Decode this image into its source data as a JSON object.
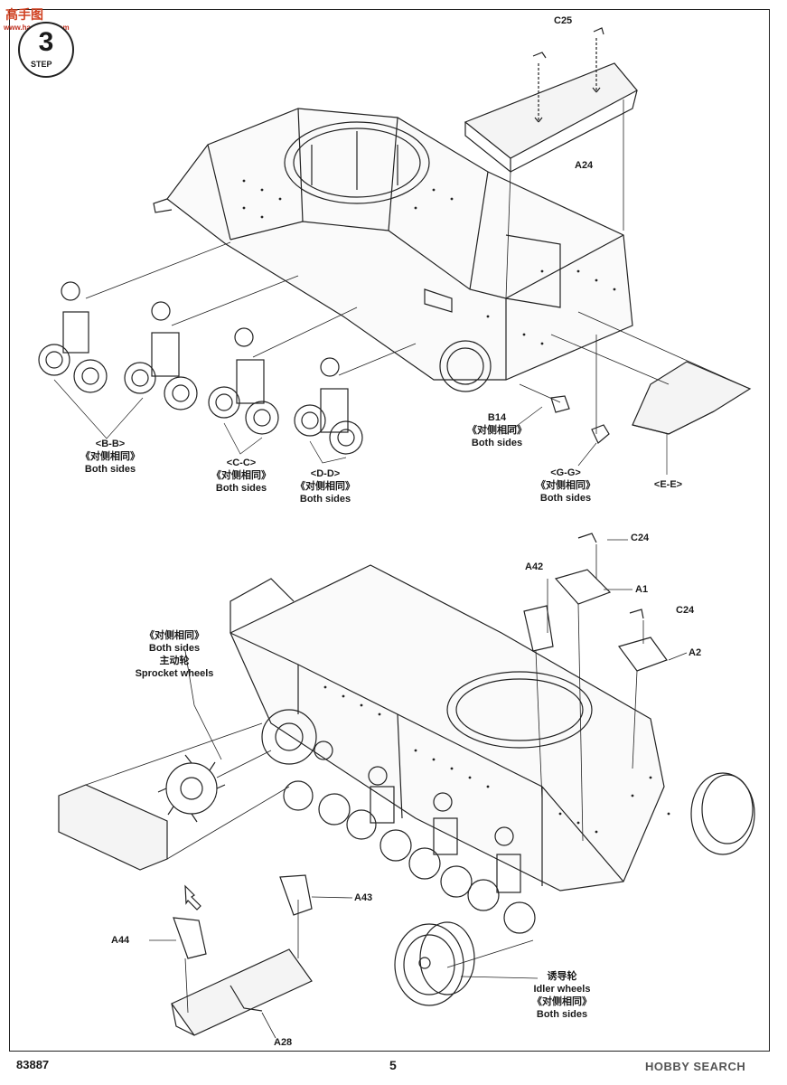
{
  "header": {
    "logo_text": "高手图",
    "logo_url": "www.haoshou.com",
    "step_number": "3",
    "step_word": "STEP"
  },
  "upper": {
    "bb": [
      "<B-B>",
      "《对侧相同》",
      "Both sides"
    ],
    "cc": [
      "<C-C>",
      "《对侧相同》",
      "Both sides"
    ],
    "dd": [
      "<D-D>",
      "《对侧相同》",
      "Both sides"
    ],
    "b14": [
      "B14",
      "《对侧相同》",
      "Both sides"
    ],
    "gg": [
      "<G-G>",
      "《对侧相同》",
      "Both sides"
    ],
    "ee": "<E-E>",
    "c25": "C25",
    "a24": "A24"
  },
  "lower": {
    "sprocket": [
      "《对侧相同》",
      "Both sides",
      "主动轮",
      "Sprocket wheels"
    ],
    "idler": [
      "诱导轮",
      "Idler wheels",
      "《对侧相同》",
      "Both sides"
    ],
    "c24_a": "C24",
    "a1": "A1",
    "a42": "A42",
    "c24_b": "C24",
    "a2": "A2",
    "a43": "A43",
    "a44": "A44",
    "a28": "A28"
  },
  "footer": {
    "code": "83887",
    "page": "5",
    "watermark": "HOBBY SEARCH"
  }
}
